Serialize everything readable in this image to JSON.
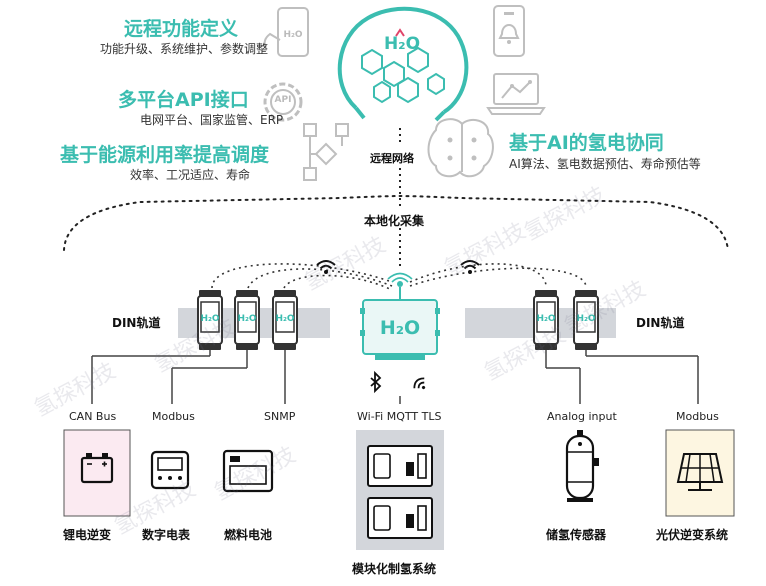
{
  "colors": {
    "accent": "#3bbdb0",
    "line": "#444444",
    "band": "#d3d6db"
  },
  "features": {
    "remote": {
      "title": "远程功能定义",
      "desc": "功能升级、系统维护、参数调整"
    },
    "api": {
      "title": "多平台API接口",
      "desc": "电网平台、国家监管、ERP"
    },
    "dispatch": {
      "title": "基于能源利用率提高调度",
      "desc": "效率、工况适应、寿命"
    },
    "ai": {
      "title": "基于AI的氢电协同",
      "desc": "AI算法、氢电数据预估、寿命预估等"
    }
  },
  "network_label": "远程网络",
  "local_label": "本地化采集",
  "din_left": "DIN轨道",
  "din_right": "DIN轨道",
  "api_badge": "API",
  "hub_logo": "H₂O",
  "protocols": {
    "can": "CAN Bus",
    "modbus_left": "Modbus",
    "snmp": "SNMP",
    "wifi": "Wi-Fi MQTT TLS",
    "analog": "Analog input",
    "modbus_right": "Modbus"
  },
  "devices": {
    "battery": "锂电逆变",
    "meter": "数字电表",
    "fuelcell": "燃料电池",
    "module": "模块化制氢系统",
    "tank": "储氢传感器",
    "solar": "光伏逆变系统"
  },
  "watermark": "氢探科技"
}
